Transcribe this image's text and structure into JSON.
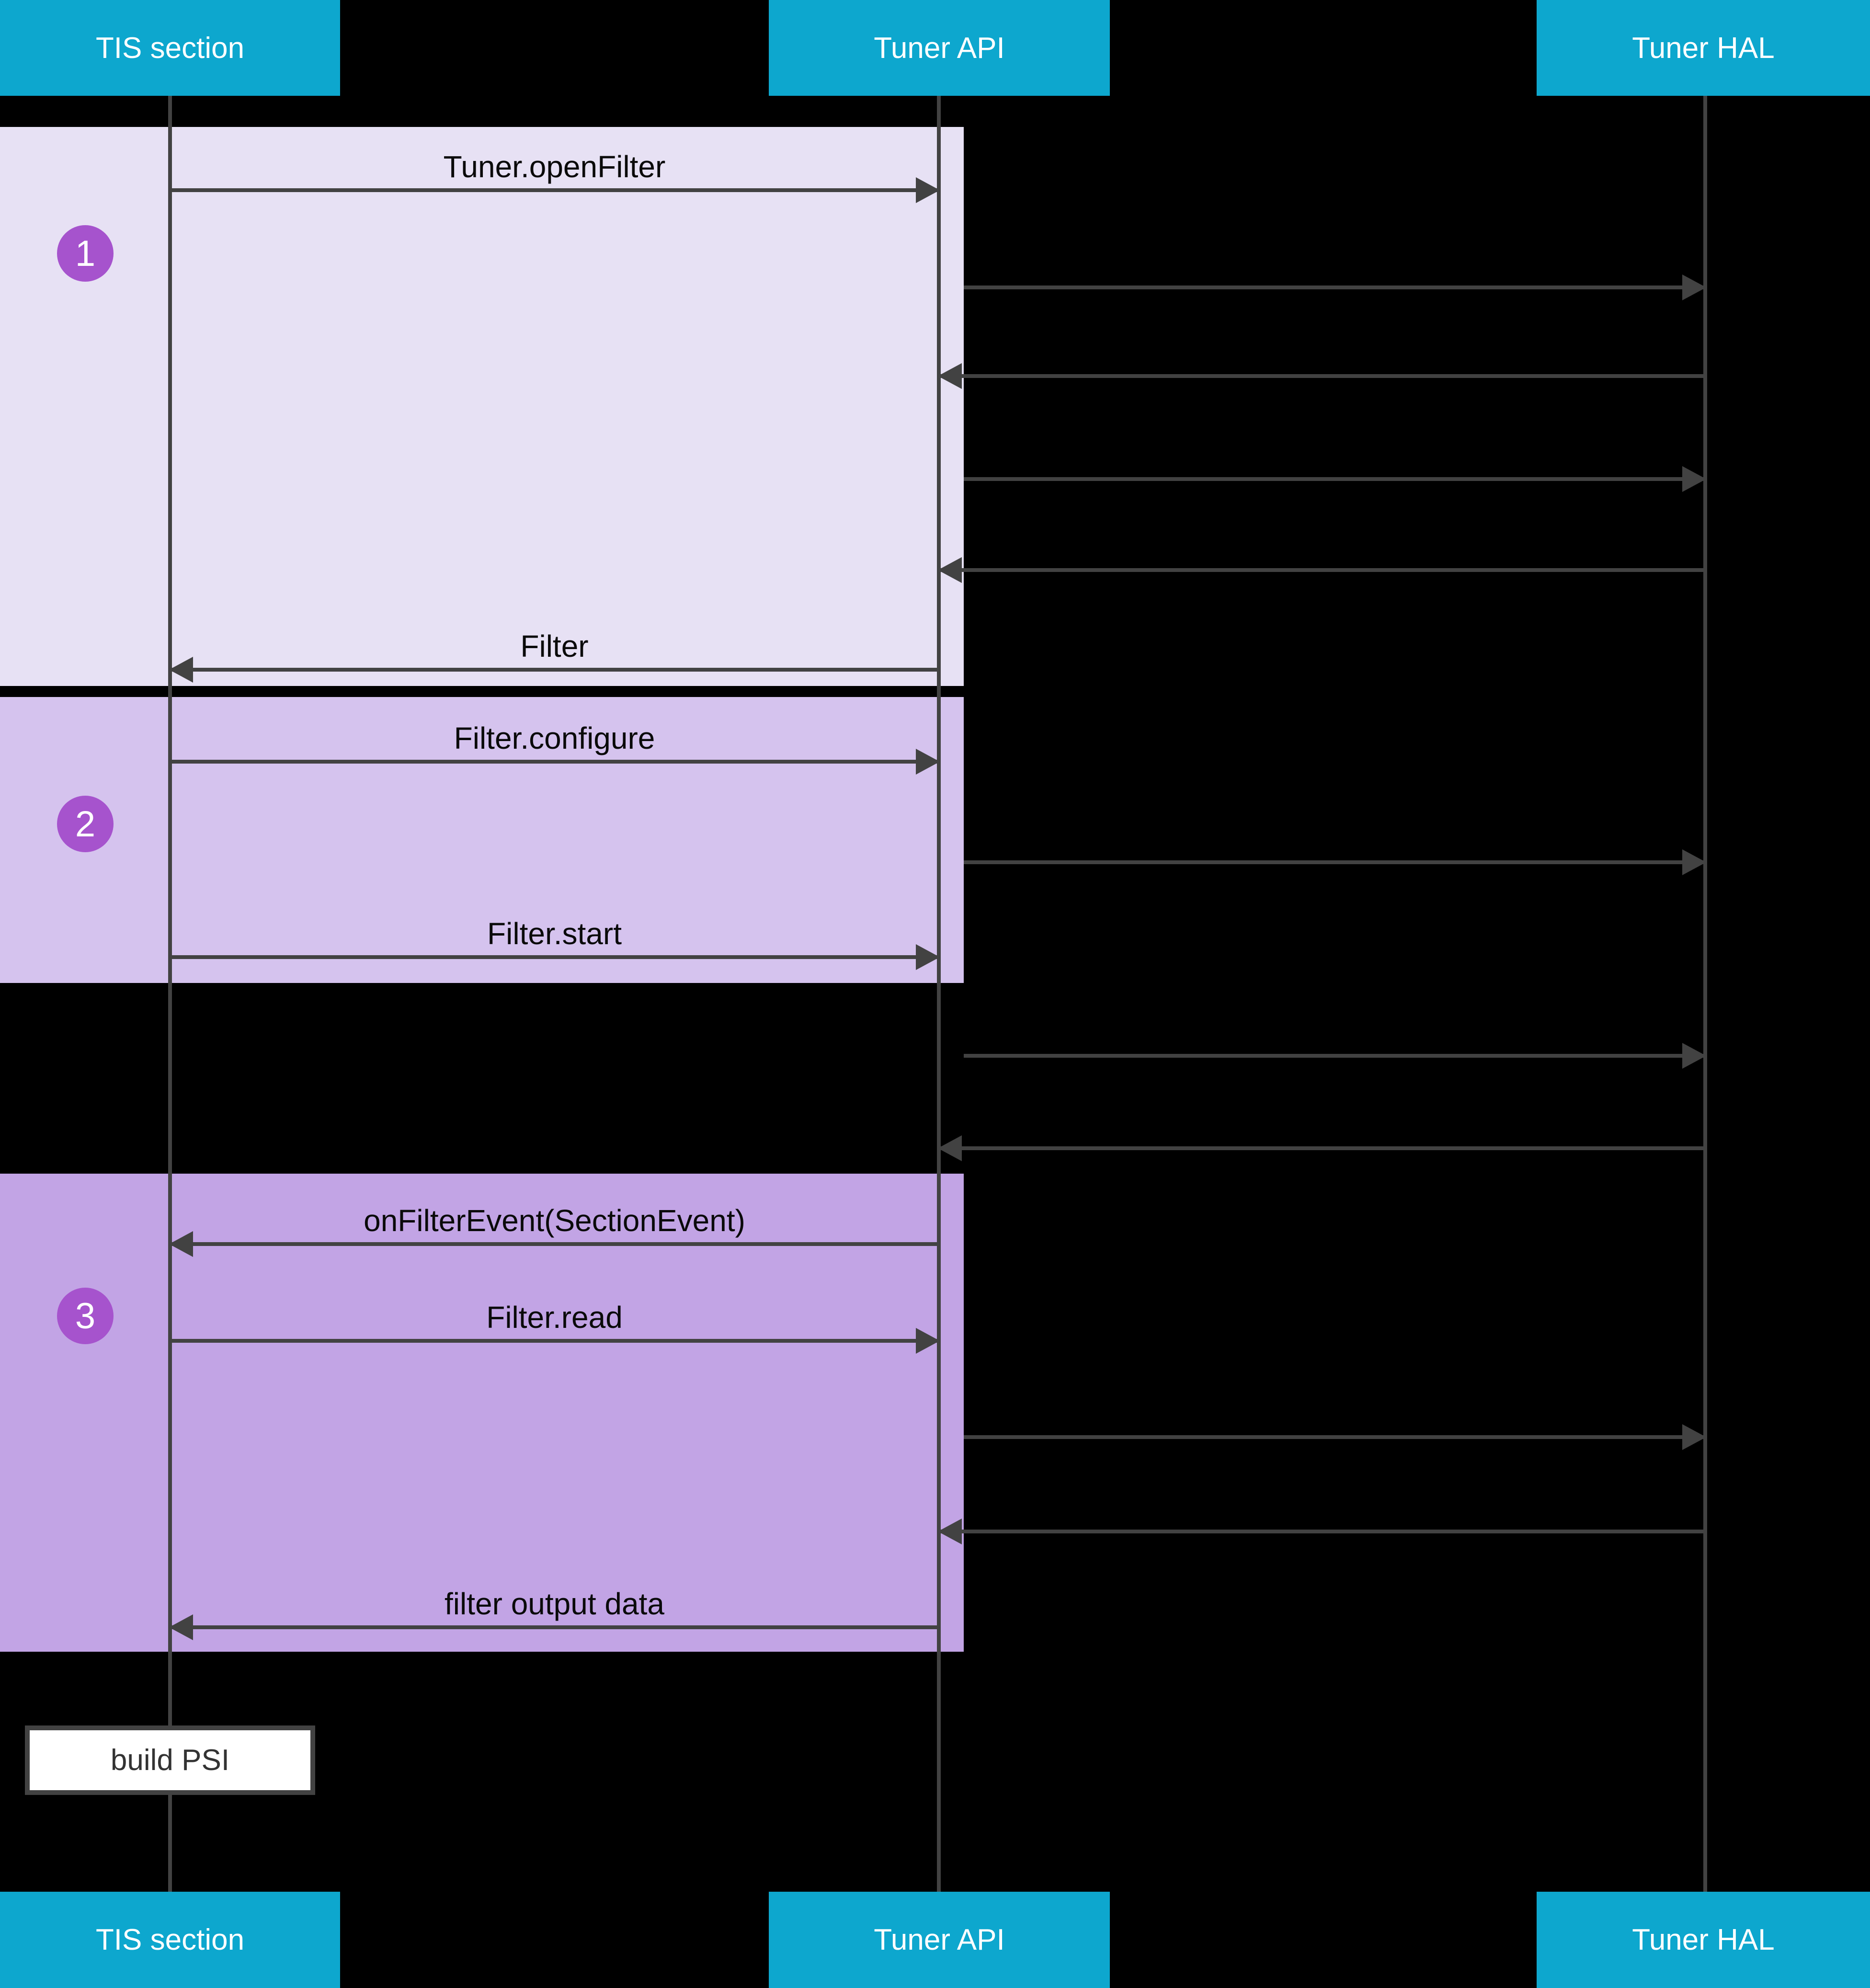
{
  "participants": [
    {
      "label": "TIS section"
    },
    {
      "label": "Tuner API"
    },
    {
      "label": "Tuner HAL"
    }
  ],
  "steps": [
    {
      "number": "1"
    },
    {
      "number": "2"
    },
    {
      "number": "3"
    }
  ],
  "messages": {
    "tuner_openFilter": "Tuner.openFilter",
    "filter_return": "Filter",
    "filter_configure": "Filter.configure",
    "filter_start": "Filter.start",
    "on_filter_event": "onFilterEvent(SectionEvent)",
    "filter_read": "Filter.read",
    "filter_output_data": "filter output data"
  },
  "note": {
    "label": "build PSI"
  },
  "colors": {
    "header-bg": "#0da7ce",
    "section1": "#e7e1f4",
    "section2": "#d5c3ee",
    "section3": "#c2a4e5",
    "badge": "#a653cd",
    "line": "#424242"
  }
}
